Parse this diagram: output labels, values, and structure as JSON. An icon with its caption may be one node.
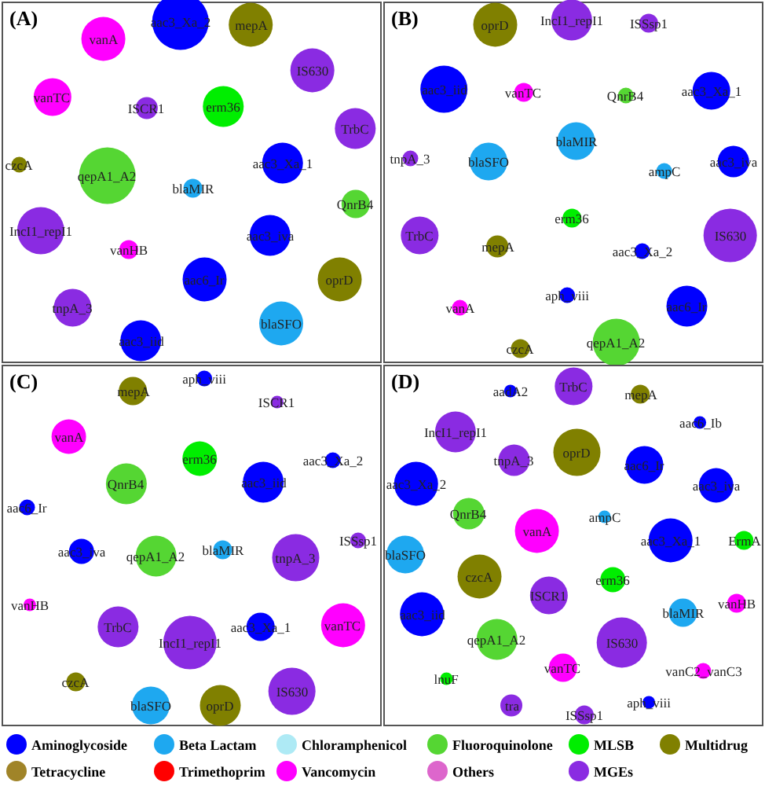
{
  "diagram": {
    "nodes": [
      {
        "text": [
          "(A)"
        ]
      },
      {
        "text": [
          "aac3_Xa_2"
        ],
        "in": 0
      },
      {
        "text": [
          "mepA"
        ],
        "in": 0
      },
      {
        "text": [
          "vanA"
        ],
        "in": 0
      },
      {
        "text": [
          "IS630"
        ],
        "in": 0
      },
      {
        "text": [
          "vanTC"
        ],
        "in": 0
      },
      {
        "text": [
          "ISCR1"
        ],
        "in": 0
      },
      {
        "text": [
          "erm36"
        ],
        "in": 0
      },
      {
        "text": [
          "TrbC"
        ],
        "in": 0
      },
      {
        "text": [
          "czcA"
        ],
        "in": 0
      },
      {
        "text": [
          "qepA1_A2"
        ],
        "in": 0
      },
      {
        "text": [
          "aac3_Xa_1"
        ],
        "in": 0
      },
      {
        "text": [
          "blaMIR"
        ],
        "in": 0
      },
      {
        "text": [
          "QnrB4"
        ],
        "in": 0
      },
      {
        "text": [
          "IncI1_repI1"
        ],
        "in": 0
      },
      {
        "text": [
          "aac3_iva"
        ],
        "in": 0
      },
      {
        "text": [
          "vanHB"
        ],
        "in": 0
      },
      {
        "text": [
          "aac6_Ir"
        ],
        "in": 0
      },
      {
        "text": [
          "oprD"
        ],
        "in": 0
      },
      {
        "text": [
          "tnpA_3"
        ],
        "in": 0
      },
      {
        "text": [
          "blaSFO"
        ],
        "in": 0
      },
      {
        "text": [
          "aac3_iid"
        ],
        "in": 0
      },
      {
        "text": [
          "(B)"
        ]
      },
      {
        "text": [
          "oprD"
        ],
        "in": 22
      },
      {
        "text": [
          "IncI1_repI1"
        ],
        "in": 22
      },
      {
        "text": [
          "ISSsp1"
        ],
        "in": 22
      },
      {
        "text": [
          "aac3_iid"
        ],
        "in": 22
      },
      {
        "text": [
          "vanTC"
        ],
        "in": 22
      },
      {
        "text": [
          "QnrB4"
        ],
        "in": 22
      },
      {
        "text": [
          "aac3_Xa_1"
        ],
        "in": 22
      },
      {
        "text": [
          "tnpA_3"
        ],
        "in": 22
      },
      {
        "text": [
          "blaSFO"
        ],
        "in": 22
      },
      {
        "text": [
          "blaMIR"
        ],
        "in": 22
      },
      {
        "text": [
          "ampC"
        ],
        "in": 22
      },
      {
        "text": [
          "aac3_iva"
        ],
        "in": 22
      },
      {
        "text": [
          "erm36"
        ],
        "in": 22
      },
      {
        "text": [
          "TrbC"
        ],
        "in": 22
      },
      {
        "text": [
          "mepA"
        ],
        "in": 22
      },
      {
        "text": [
          "IS630"
        ],
        "in": 22
      },
      {
        "text": [
          "aac3_Xa_2"
        ],
        "in": 22
      },
      {
        "text": [
          "aph_viii"
        ],
        "in": 22
      },
      {
        "text": [
          "aac6_Ir"
        ],
        "in": 22
      },
      {
        "text": [
          "vanA"
        ],
        "in": 22
      },
      {
        "text": [
          "czcA"
        ],
        "in": 22
      },
      {
        "text": [
          "qepA1_A2"
        ],
        "in": 22
      },
      {
        "text": [
          "(C)"
        ]
      },
      {
        "text": [
          "aph_viii"
        ],
        "in": 45
      },
      {
        "text": [
          "mepA"
        ],
        "in": 45
      },
      {
        "text": [
          "ISCR1"
        ],
        "in": 45
      },
      {
        "text": [
          "vanA"
        ],
        "in": 45
      },
      {
        "text": [
          "erm36"
        ],
        "in": 45
      },
      {
        "text": [
          "aac3_Xa_2"
        ],
        "in": 45
      },
      {
        "text": [
          "QnrB4"
        ],
        "in": 45
      },
      {
        "text": [
          "aac3_iid"
        ],
        "in": 45
      },
      {
        "text": [
          "aac6_Ir"
        ],
        "in": 45
      },
      {
        "text": [
          "ISSsp1"
        ],
        "in": 45
      },
      {
        "text": [
          "aac3_iva"
        ],
        "in": 45
      },
      {
        "text": [
          "qepA1_A2"
        ],
        "in": 45
      },
      {
        "text": [
          "blaMIR"
        ],
        "in": 45
      },
      {
        "text": [
          "tnpA_3"
        ],
        "in": 45
      },
      {
        "text": [
          "vanHB"
        ],
        "in": 45
      },
      {
        "text": [
          "TrbC"
        ],
        "in": 45
      },
      {
        "text": [
          "IncI1_repI1"
        ],
        "in": 45
      },
      {
        "text": [
          "aac3_Xa_1"
        ],
        "in": 45
      },
      {
        "text": [
          "vanTC"
        ],
        "in": 45
      },
      {
        "text": [
          "czcA"
        ],
        "in": 45
      },
      {
        "text": [
          "IS630"
        ],
        "in": 45
      },
      {
        "text": [
          "blaSFO"
        ],
        "in": 45
      },
      {
        "text": [
          "oprD"
        ],
        "in": 45
      },
      {
        "text": [
          "(D)"
        ]
      },
      {
        "text": [
          "aadA2"
        ],
        "in": 69
      },
      {
        "text": [
          "TrbC"
        ],
        "in": 69
      },
      {
        "text": [
          "mepA"
        ],
        "in": 69
      },
      {
        "text": [
          "aac6_Ib"
        ],
        "in": 69
      },
      {
        "text": [
          "IncI1_repI1"
        ],
        "in": 69
      },
      {
        "text": [
          "tnpA_3"
        ],
        "in": 69
      },
      {
        "text": [
          "oprD"
        ],
        "in": 69
      },
      {
        "text": [
          "aac6_Ir"
        ],
        "in": 69
      },
      {
        "text": [
          "aac3_Xa_2"
        ],
        "in": 69
      },
      {
        "text": [
          "aac3_iva"
        ],
        "in": 69
      },
      {
        "text": [
          "QnrB4"
        ],
        "in": 69
      },
      {
        "text": [
          "ampC"
        ],
        "in": 69
      },
      {
        "text": [
          "vanA"
        ],
        "in": 69
      },
      {
        "text": [
          "aac3_Xa_1"
        ],
        "in": 69
      },
      {
        "text": [
          "ErmA"
        ],
        "in": 69
      },
      {
        "text": [
          "blaSFO"
        ],
        "in": 69
      },
      {
        "text": [
          "czcA"
        ],
        "in": 69
      },
      {
        "text": [
          "erm36"
        ],
        "in": 69
      },
      {
        "text": [
          "ISCR1"
        ],
        "in": 69
      },
      {
        "text": [
          "aac3_iid"
        ],
        "in": 69
      },
      {
        "text": [
          "blaMIR"
        ],
        "in": 69
      },
      {
        "text": [
          "vanHB"
        ],
        "in": 69
      },
      {
        "text": [
          "qepA1_A2"
        ],
        "in": 69
      },
      {
        "text": [
          "IS630"
        ],
        "in": 69
      },
      {
        "text": [
          "vanTC"
        ],
        "in": 69
      },
      {
        "text": [
          "lnuF"
        ],
        "in": 69
      },
      {
        "text": [
          "vanC2_vanC3"
        ],
        "in": 69
      },
      {
        "text": [
          "tra"
        ],
        "in": 69
      },
      {
        "text": [
          "aph_viii"
        ],
        "in": 69
      },
      {
        "text": [
          "ISSsp1"
        ],
        "in": 69
      }
    ],
    "legend": [
      {
        "text": "Aminoglycoside",
        "color": "#0000ff"
      },
      {
        "text": "Beta Lactam",
        "color": "#1ea8f0"
      },
      {
        "text": "Chloramphenicol",
        "color": "#aeeaf5"
      },
      {
        "text": "Fluoroquinolone",
        "color": "#55d633"
      },
      {
        "text": "MLSB",
        "color": "#00ee00"
      },
      {
        "text": "Multidrug",
        "color": "#808000"
      },
      {
        "text": "Tetracycline",
        "color": "#a08428"
      },
      {
        "text": "Trimethoprim",
        "color": "#ff0000"
      },
      {
        "text": "Vancomycin",
        "color": "#ff00ff"
      },
      {
        "text": "Others",
        "color": "#dd66cc"
      },
      {
        "text": "MGEs",
        "color": "#8a2be2"
      }
    ]
  }
}
